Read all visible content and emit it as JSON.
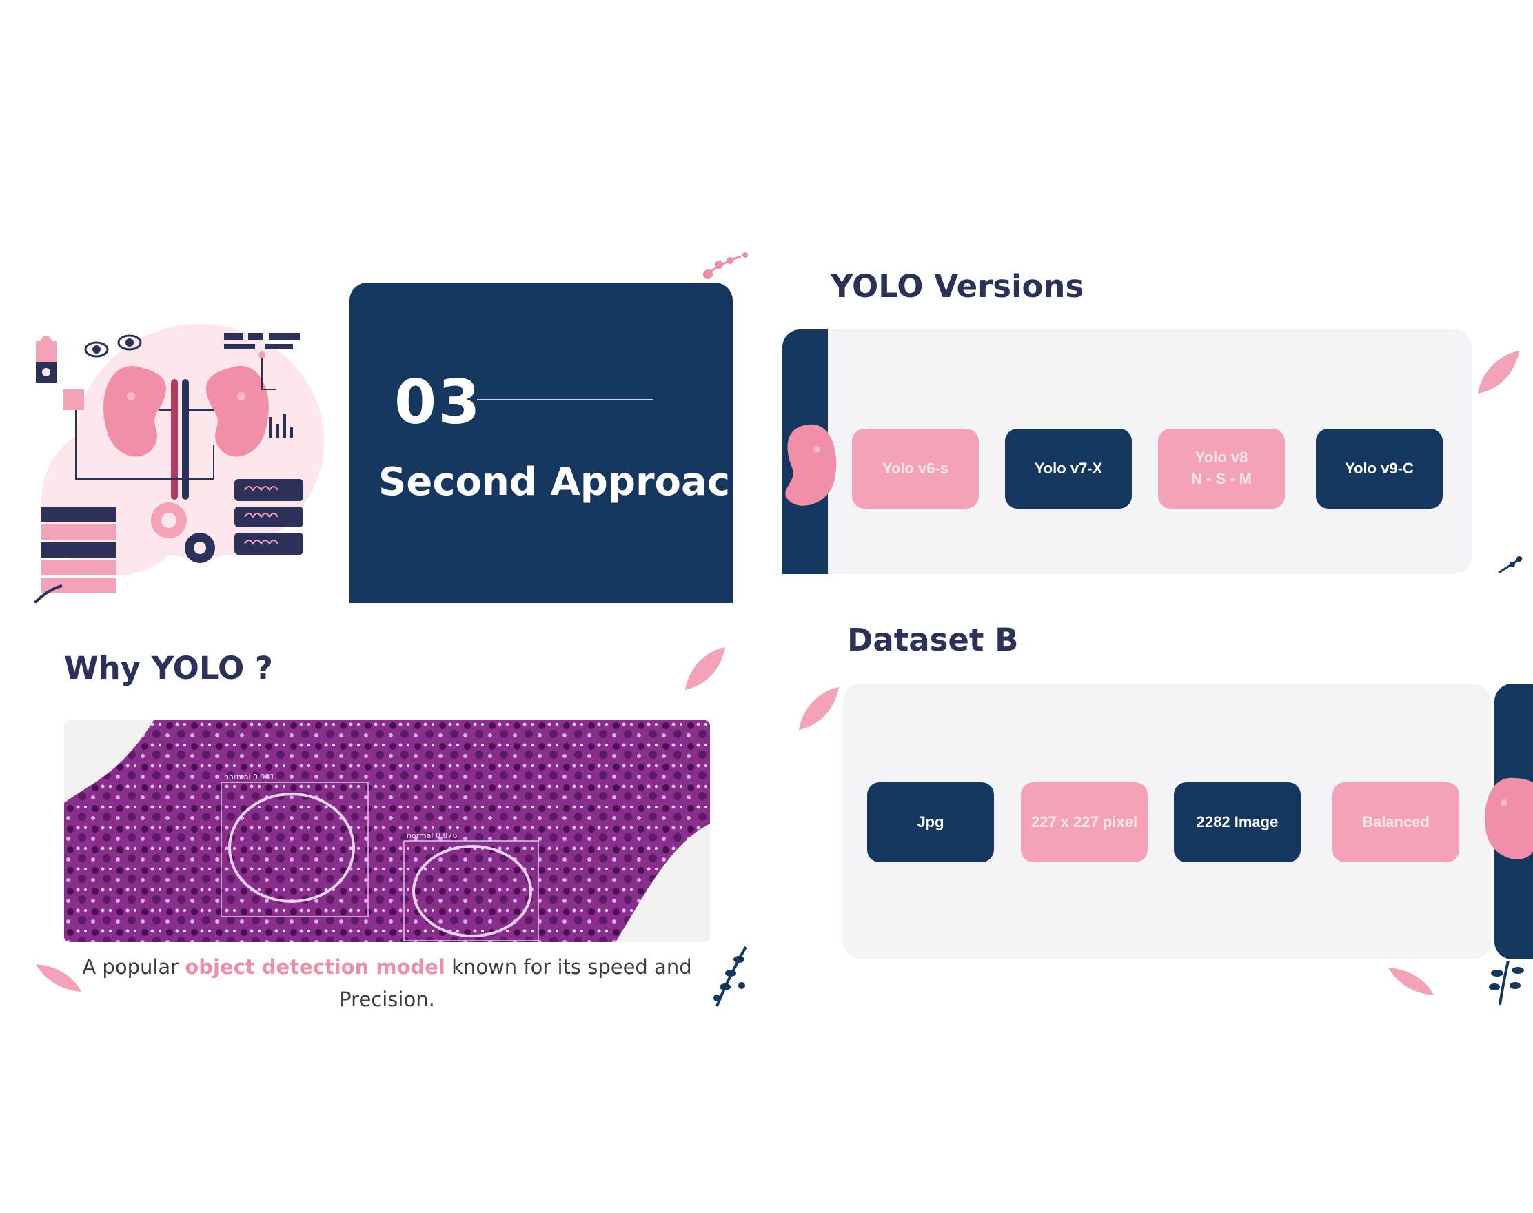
{
  "title_slide": {
    "section_number": "03",
    "section_title": "Second Approach"
  },
  "yolo_versions": {
    "heading": "YOLO Versions",
    "items": [
      {
        "label": "Yolo v6-s",
        "style": "pink"
      },
      {
        "label": "Yolo v7-X",
        "style": "navy"
      },
      {
        "label": "Yolo v8\nN - S - M",
        "style": "pink"
      },
      {
        "label": "Yolo v9-C",
        "style": "navy"
      }
    ]
  },
  "why_yolo": {
    "heading": "Why YOLO ?",
    "detections": [
      "normal 0.931",
      "normal 0.876"
    ],
    "caption_before": "A popular ",
    "caption_highlight": "object detection model",
    "caption_after": " known for its speed and Precision."
  },
  "dataset": {
    "heading": "Dataset B",
    "items": [
      {
        "label": "Jpg",
        "style": "navy"
      },
      {
        "label": "227 x 227 pixel",
        "style": "pink"
      },
      {
        "label": "2282 Image",
        "style": "navy"
      },
      {
        "label": "Balanced",
        "style": "pink"
      }
    ]
  },
  "colors": {
    "navy": "#14365f",
    "pink": "#f4a2b7",
    "heading": "#2c3159",
    "panel": "#f4f4f8",
    "highlight": "#ee8fa8"
  },
  "icons": [
    "kidney-illustration",
    "kidney-icon",
    "leaf-icon",
    "branch-icon",
    "berries-icon"
  ]
}
